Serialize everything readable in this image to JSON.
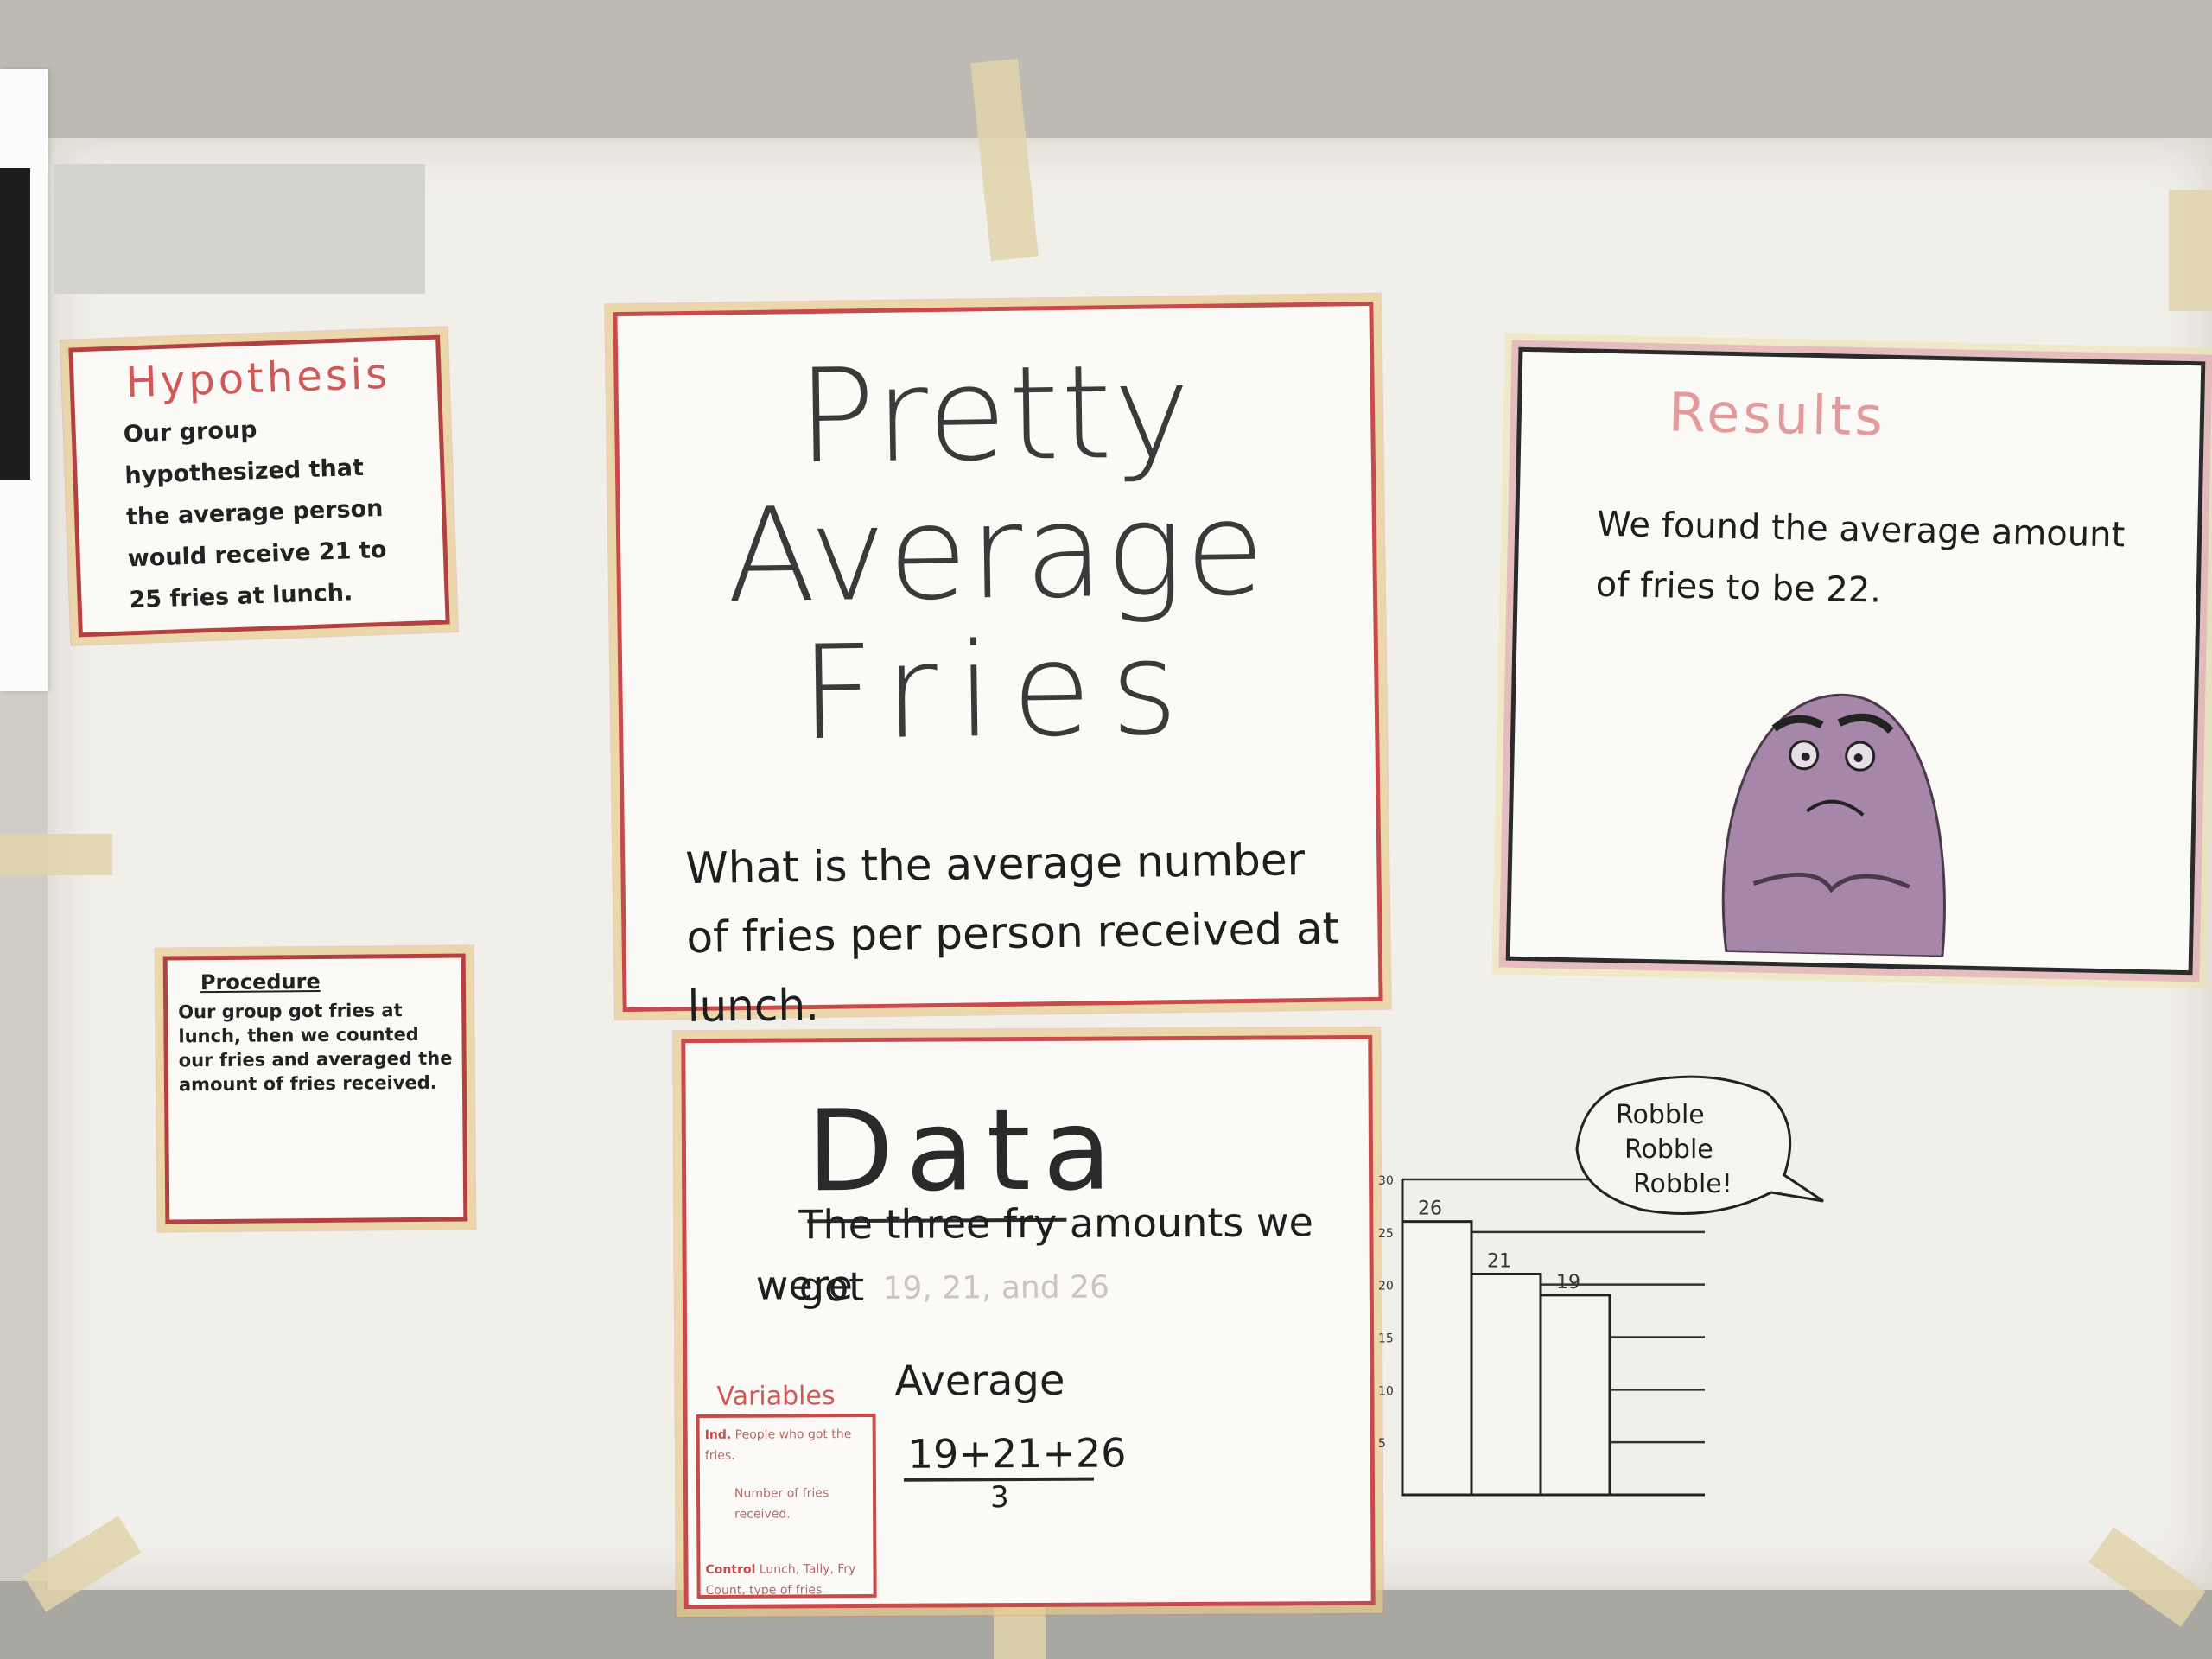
{
  "title": {
    "line1": "Pretty Average",
    "line2": "Fries"
  },
  "question": "What is the average number of fries per person received at lunch.",
  "hypothesis": {
    "heading": "Hypothesis",
    "text": "Our group hypothesized that the average person would receive 21 to 25 fries at lunch."
  },
  "procedure": {
    "heading": "Procedure",
    "text": "Our group got fries at lunch, then we counted our fries and averaged the amount of fries received."
  },
  "results": {
    "heading": "Results",
    "text": "We found the average amount of fries to be 22."
  },
  "data_box": {
    "heading": "Data",
    "text_1": "The three fry amounts we got",
    "text_2": "were",
    "values_text": "19, 21, and 26",
    "average_label": "Average",
    "numerator": "19+21+26",
    "denominator": "3"
  },
  "variables": {
    "heading": "Variables",
    "independent_label": "Ind.",
    "independent_text": "People who got the fries.",
    "dependent_text": "Number of fries received.",
    "controlled_label": "Control",
    "controlled_text": "Lunch, Tally, Fry Count, type of fries"
  },
  "speech_bubble": {
    "line1": "Robble",
    "line2": "Robble",
    "line3": "Robble!"
  },
  "chart_data": {
    "type": "bar",
    "categories": [
      "",
      "",
      ""
    ],
    "values": [
      26,
      21,
      19
    ],
    "data_labels": [
      "26",
      "21",
      "19"
    ],
    "yticks": [
      "30",
      "25",
      "20",
      "15",
      "10",
      "5"
    ],
    "ylim": [
      0,
      30
    ],
    "grid": true
  },
  "colors": {
    "border_red": "#c94a4a",
    "border_black": "#2b2b2b",
    "highlight_yellow": "#eee296",
    "character_purple": "#a787a9"
  }
}
